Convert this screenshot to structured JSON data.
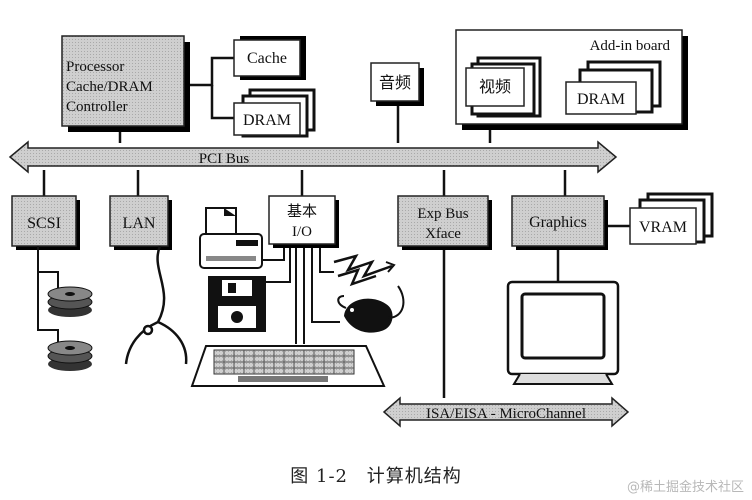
{
  "diagram": {
    "processor_lines": [
      "Processor",
      "Cache/DRAM",
      "Controller"
    ],
    "cache": "Cache",
    "dram_top": "DRAM",
    "audio": "音频",
    "addin_board": "Add-in board",
    "video": "视频",
    "dram_addin": "DRAM",
    "pci_bus": "PCI Bus",
    "scsi": "SCSI",
    "lan": "LAN",
    "basic_io_lines": [
      "基本",
      "I/O"
    ],
    "exp_bus_lines": [
      "Exp Bus",
      "Xface"
    ],
    "graphics": "Graphics",
    "vram": "VRAM",
    "isa_bus": "ISA/EISA - MicroChannel"
  },
  "caption": {
    "figure": "图 1-2",
    "title": "计算机结构"
  },
  "watermark": "@稀土掘金技术社区"
}
